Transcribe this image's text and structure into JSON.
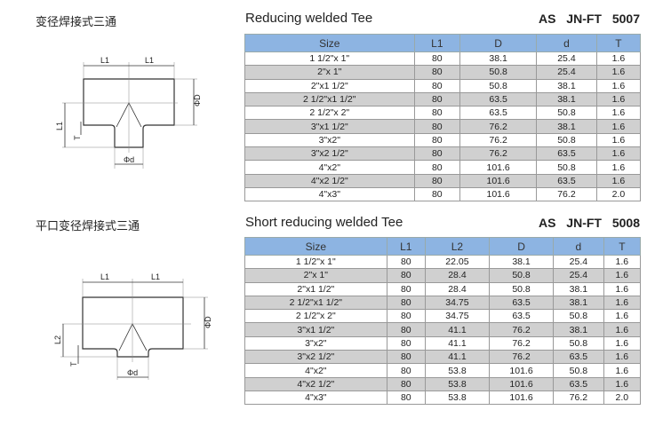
{
  "sections": [
    {
      "cn_title": "变径焊接式三通",
      "title": "Reducing welded Tee",
      "code": "AS  JN-FT 5007",
      "diagram": {
        "l_top": "L1",
        "l_side": "L1",
        "t": "T",
        "phi_D": "ΦD",
        "phi_d": "Φd"
      },
      "columns": [
        "Size",
        "L1",
        "D",
        "d",
        "T"
      ],
      "rows": [
        [
          "1 1/2\"x 1\"",
          "80",
          "38.1",
          "25.4",
          "1.6"
        ],
        [
          "2\"x 1\"",
          "80",
          "50.8",
          "25.4",
          "1.6"
        ],
        [
          "2\"x1 1/2\"",
          "80",
          "50.8",
          "38.1",
          "1.6"
        ],
        [
          "2 1/2\"x1 1/2\"",
          "80",
          "63.5",
          "38.1",
          "1.6"
        ],
        [
          "2 1/2\"x 2\"",
          "80",
          "63.5",
          "50.8",
          "1.6"
        ],
        [
          "3\"x1 1/2\"",
          "80",
          "76.2",
          "38.1",
          "1.6"
        ],
        [
          "3\"x2\"",
          "80",
          "76.2",
          "50.8",
          "1.6"
        ],
        [
          "3\"x2 1/2\"",
          "80",
          "76.2",
          "63.5",
          "1.6"
        ],
        [
          "4\"x2\"",
          "80",
          "101.6",
          "50.8",
          "1.6"
        ],
        [
          "4\"x2 1/2\"",
          "80",
          "101.6",
          "63.5",
          "1.6"
        ],
        [
          "4\"x3\"",
          "80",
          "101.6",
          "76.2",
          "2.0"
        ]
      ]
    },
    {
      "cn_title": "平口变径焊接式三通",
      "title": "Short reducing welded Tee",
      "code": "AS  JN-FT 5008",
      "diagram": {
        "l_top": "L1",
        "l_side": "L2",
        "t": "T",
        "phi_D": "ΦD",
        "phi_d": "Φd"
      },
      "columns": [
        "Size",
        "L1",
        "L2",
        "D",
        "d",
        "T"
      ],
      "rows": [
        [
          "1 1/2\"x 1\"",
          "80",
          "22.05",
          "38.1",
          "25.4",
          "1.6"
        ],
        [
          "2\"x 1\"",
          "80",
          "28.4",
          "50.8",
          "25.4",
          "1.6"
        ],
        [
          "2\"x1 1/2\"",
          "80",
          "28.4",
          "50.8",
          "38.1",
          "1.6"
        ],
        [
          "2 1/2\"x1 1/2\"",
          "80",
          "34.75",
          "63.5",
          "38.1",
          "1.6"
        ],
        [
          "2 1/2\"x 2\"",
          "80",
          "34.75",
          "63.5",
          "50.8",
          "1.6"
        ],
        [
          "3\"x1 1/2\"",
          "80",
          "41.1",
          "76.2",
          "38.1",
          "1.6"
        ],
        [
          "3\"x2\"",
          "80",
          "41.1",
          "76.2",
          "50.8",
          "1.6"
        ],
        [
          "3\"x2 1/2\"",
          "80",
          "41.1",
          "76.2",
          "63.5",
          "1.6"
        ],
        [
          "4\"x2\"",
          "80",
          "53.8",
          "101.6",
          "50.8",
          "1.6"
        ],
        [
          "4\"x2 1/2\"",
          "80",
          "53.8",
          "101.6",
          "63.5",
          "1.6"
        ],
        [
          "4\"x3\"",
          "80",
          "53.8",
          "101.6",
          "76.2",
          "2.0"
        ]
      ]
    }
  ]
}
